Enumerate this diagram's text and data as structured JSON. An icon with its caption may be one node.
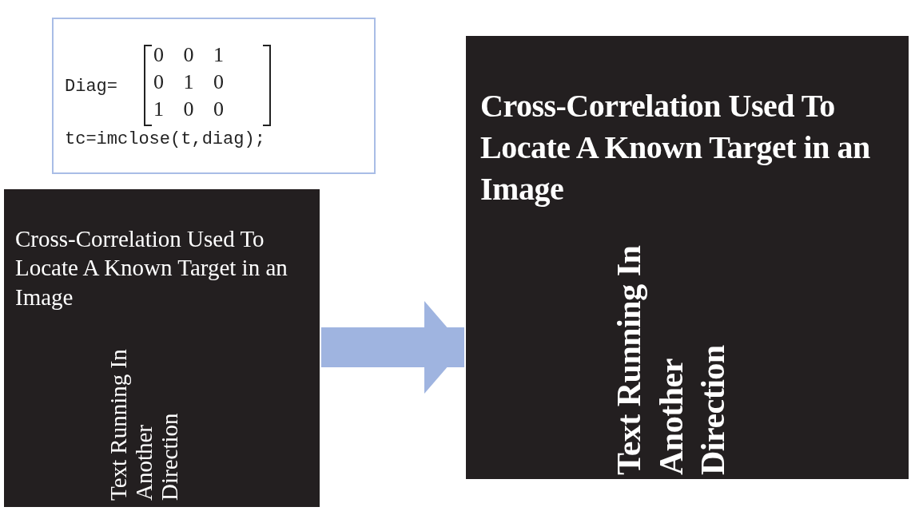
{
  "diagram": {
    "nodes": [
      {
        "text": [
          "Diag=",
          "0 0 1",
          "0 1 0",
          "1 0 0",
          "tc=imclose(t,diag);"
        ]
      },
      {
        "text": [
          "Cross-Correlation Used To Locate A Known Target in an Image",
          "Text Running In Another Direction"
        ]
      },
      {
        "text": [
          "Cross-Correlation Used To Locate A Known Target in an Image",
          "Text Running In Another Direction"
        ]
      }
    ],
    "edges": [
      {
        "from": 1,
        "to": 2,
        "arrow": "to"
      }
    ]
  }
}
